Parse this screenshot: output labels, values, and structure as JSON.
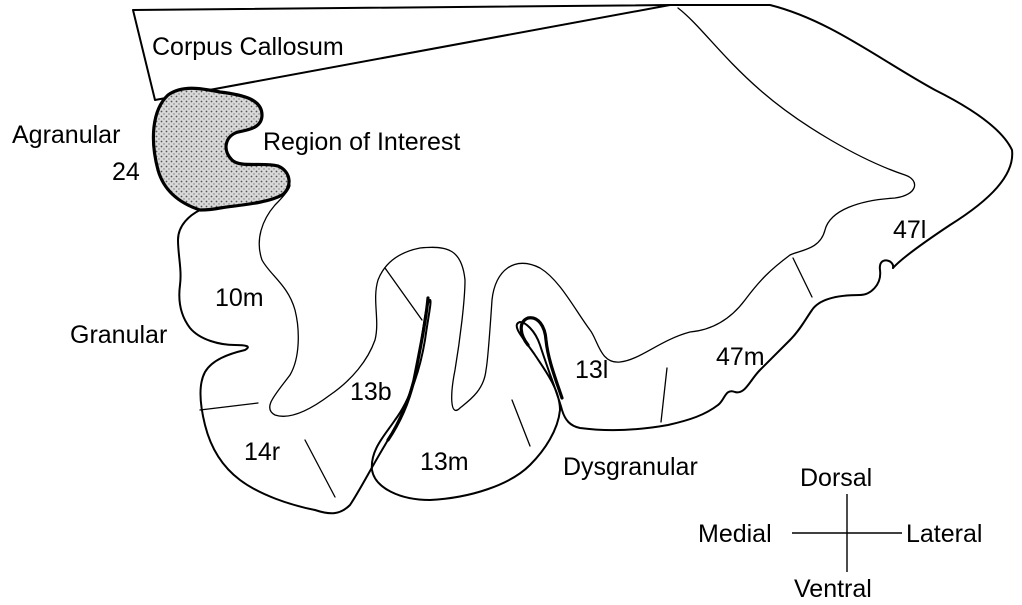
{
  "labels": {
    "corpus_callosum": "Corpus Callosum",
    "agranular": "Agranular",
    "area_24": "24",
    "region_of_interest": "Region of Interest",
    "granular": "Granular",
    "area_10m": "10m",
    "area_14r": "14r",
    "area_13b": "13b",
    "area_13m": "13m",
    "area_13l": "13l",
    "area_47m": "47m",
    "area_47l": "47l",
    "dysgranular": "Dysgranular"
  },
  "compass": {
    "dorsal": "Dorsal",
    "ventral": "Ventral",
    "medial": "Medial",
    "lateral": "Lateral"
  },
  "colors": {
    "line": "#000000",
    "roi_fill": "#bdbdbd",
    "background": "#ffffff"
  }
}
